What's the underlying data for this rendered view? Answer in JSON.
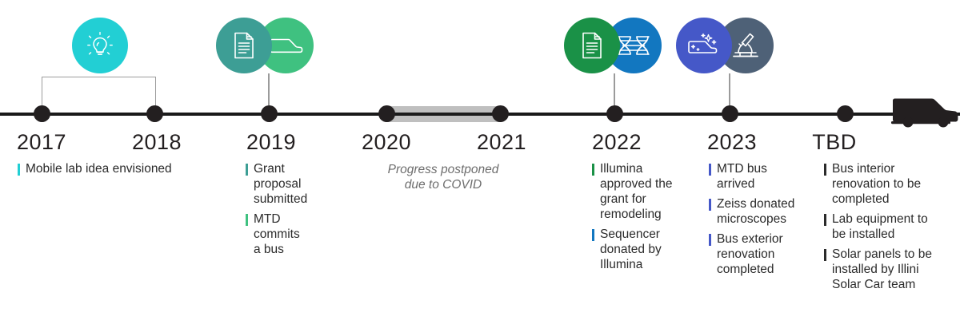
{
  "theme": {
    "axis_color": "#1a1a1a",
    "dot_color": "#231f20",
    "band_color": "#bfbfbf",
    "bracket_color": "#9b9b9b",
    "bus_color": "#231f20",
    "cyan": "#22cfd4",
    "teal": "#3d9e95",
    "green_light": "#3fc180",
    "green_dark": "#1a9147",
    "blue": "#1277c0",
    "periwinkle": "#4558c8",
    "slate": "#4e6177"
  },
  "milestones": [
    {
      "id": "2017",
      "year": "2017",
      "bullets": [
        {
          "text": "Mobile lab idea envisioned",
          "color": "#22cfd4"
        }
      ]
    },
    {
      "id": "2018",
      "year": "2018",
      "bullets": []
    },
    {
      "id": "2019",
      "year": "2019",
      "bullets": [
        {
          "text": "Grant proposal submitted",
          "color": "#3d9e95"
        },
        {
          "text": "MTD commits a bus",
          "color": "#3fc180"
        }
      ]
    },
    {
      "id": "2020",
      "year": "2020",
      "bullets": []
    },
    {
      "id": "2021",
      "year": "2021",
      "bullets": []
    },
    {
      "id": "2022",
      "year": "2022",
      "bullets": [
        {
          "text": "Illumina approved the grant for remodeling",
          "color": "#1a9147"
        },
        {
          "text": "Sequencer donated by Illumina",
          "color": "#1277c0"
        }
      ]
    },
    {
      "id": "2023",
      "year": "2023",
      "bullets": [
        {
          "text": "MTD bus arrived",
          "color": "#4558c8"
        },
        {
          "text": "Zeiss donated microscopes",
          "color": "#4558c8"
        },
        {
          "text": "Bus exterior renovation completed",
          "color": "#4558c8"
        }
      ]
    },
    {
      "id": "tbd",
      "year": "TBD",
      "bullets": [
        {
          "text": "Bus interior renovation to be completed",
          "color": "#2b2b2b"
        },
        {
          "text": "Lab equipment to be installed",
          "color": "#2b2b2b"
        },
        {
          "text": "Solar panels to be installed by Illini Solar Car team",
          "color": "#2b2b2b"
        }
      ]
    }
  ],
  "covid_note": {
    "text": "Progress postponed\ndue to COVID"
  },
  "icon_groups": [
    {
      "id": "2017-icons",
      "icons": [
        {
          "name": "lightbulb-icon",
          "color": "#22cfd4"
        }
      ]
    },
    {
      "id": "2019-icons",
      "icons": [
        {
          "name": "document-icon",
          "color": "#3d9e95"
        },
        {
          "name": "bus-icon",
          "color": "#3fc180"
        }
      ]
    },
    {
      "id": "2022-icons",
      "icons": [
        {
          "name": "document-icon",
          "color": "#1a9147"
        },
        {
          "name": "dna-helix-icon",
          "color": "#1277c0"
        }
      ]
    },
    {
      "id": "2023-icons",
      "icons": [
        {
          "name": "sparkle-bus-icon",
          "color": "#4558c8"
        },
        {
          "name": "microscope-icon",
          "color": "#4e6177"
        }
      ]
    }
  ]
}
